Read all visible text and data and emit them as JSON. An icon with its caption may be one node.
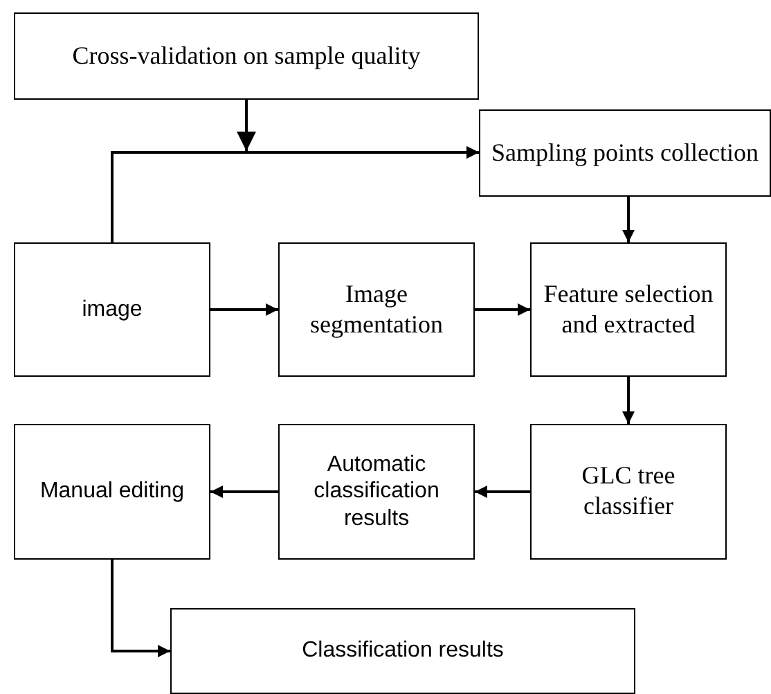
{
  "diagram": {
    "nodes": [
      {
        "text": [
          "Cross-validation on sample quality"
        ]
      },
      {
        "text": [
          "Sampling points collection"
        ]
      },
      {
        "text": [
          "image"
        ]
      },
      {
        "text": [
          "Image segmentation"
        ]
      },
      {
        "text": [
          "Feature selection and extracted"
        ]
      },
      {
        "text": [
          "Manual editing"
        ]
      },
      {
        "text": [
          "Automatic classification results"
        ]
      },
      {
        "text": [
          "GLC tree classifier"
        ]
      },
      {
        "text": [
          "Classification results"
        ]
      }
    ],
    "edges": [
      {
        "from": 0,
        "to": 1,
        "arrow": "to"
      },
      {
        "from": 2,
        "to": 1,
        "arrow": "to"
      },
      {
        "from": 2,
        "to": 3,
        "arrow": "to"
      },
      {
        "from": 3,
        "to": 4,
        "arrow": "to"
      },
      {
        "from": 1,
        "to": 4,
        "arrow": "to"
      },
      {
        "from": 4,
        "to": 7,
        "arrow": "to"
      },
      {
        "from": 7,
        "to": 6,
        "arrow": "to"
      },
      {
        "from": 6,
        "to": 5,
        "arrow": "to"
      },
      {
        "from": 5,
        "to": 8,
        "arrow": "to"
      }
    ]
  }
}
